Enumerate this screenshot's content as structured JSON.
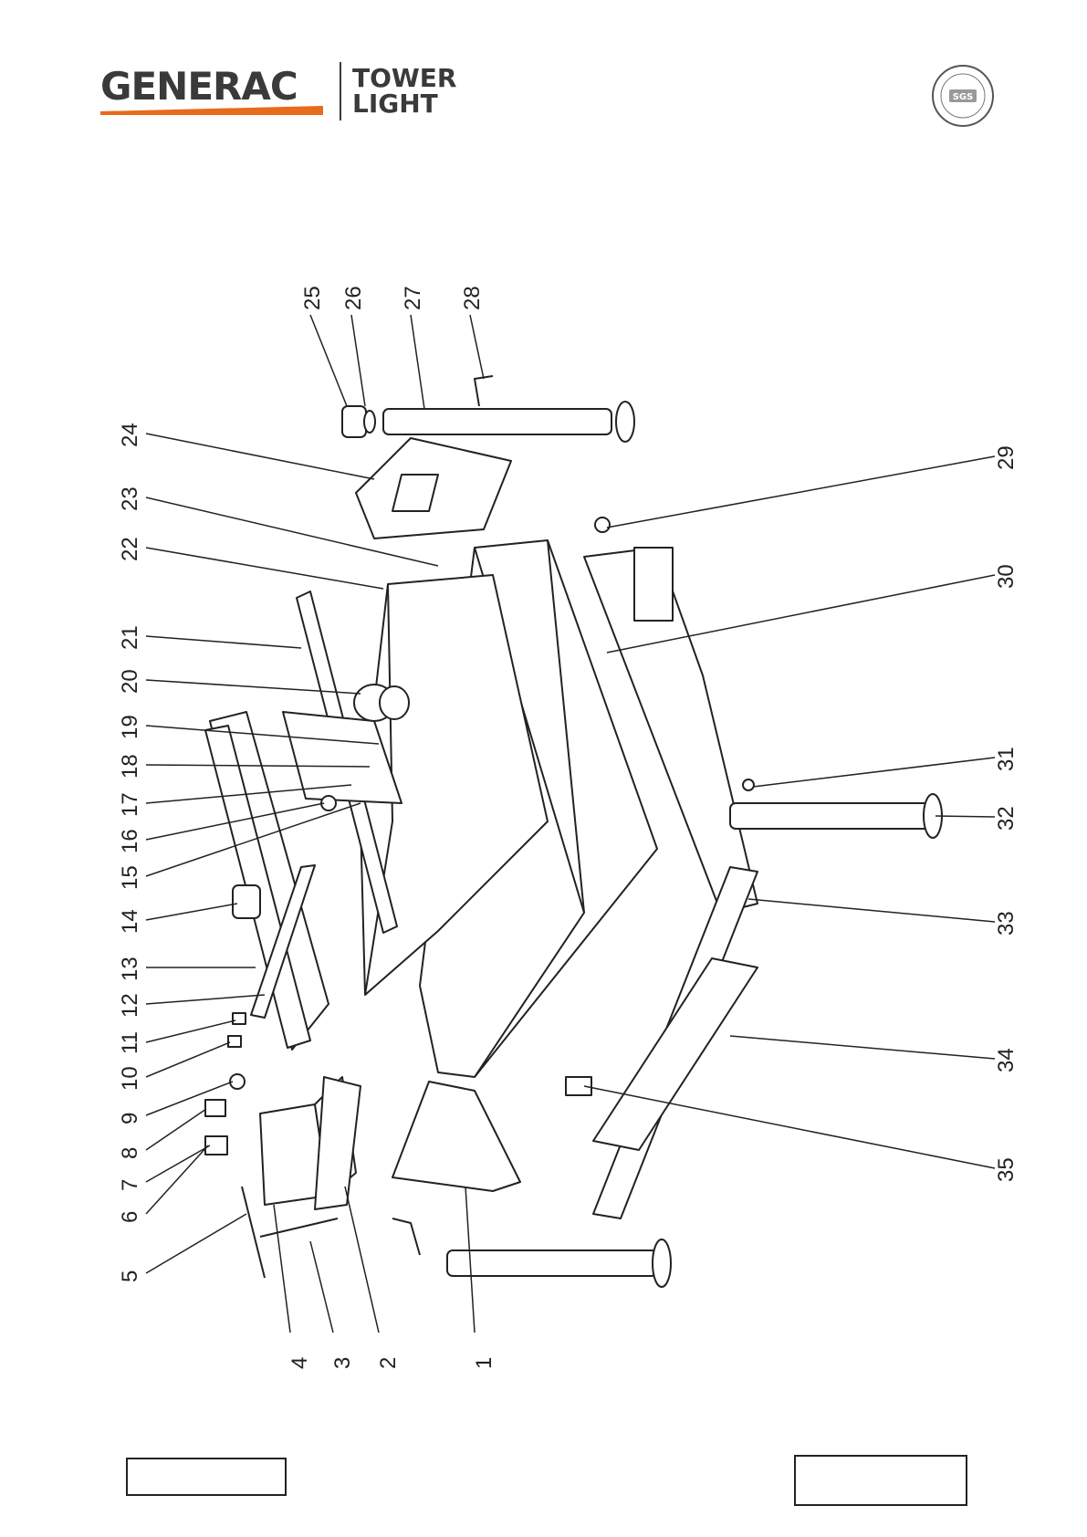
{
  "header": {
    "brand": "GENERAC",
    "product_line1": "TOWER",
    "product_line2": "LIGHT",
    "seal_text": "SGS",
    "brand_color": "#e86a1c",
    "text_color": "#3a3a3a"
  },
  "callouts": [
    "1",
    "2",
    "3",
    "4",
    "5",
    "6",
    "7",
    "8",
    "9",
    "10",
    "11",
    "12",
    "13",
    "14",
    "15",
    "16",
    "17",
    "18",
    "19",
    "20",
    "21",
    "22",
    "23",
    "24",
    "25",
    "26",
    "27",
    "28",
    "29",
    "30",
    "31",
    "32",
    "33",
    "34",
    "35"
  ]
}
